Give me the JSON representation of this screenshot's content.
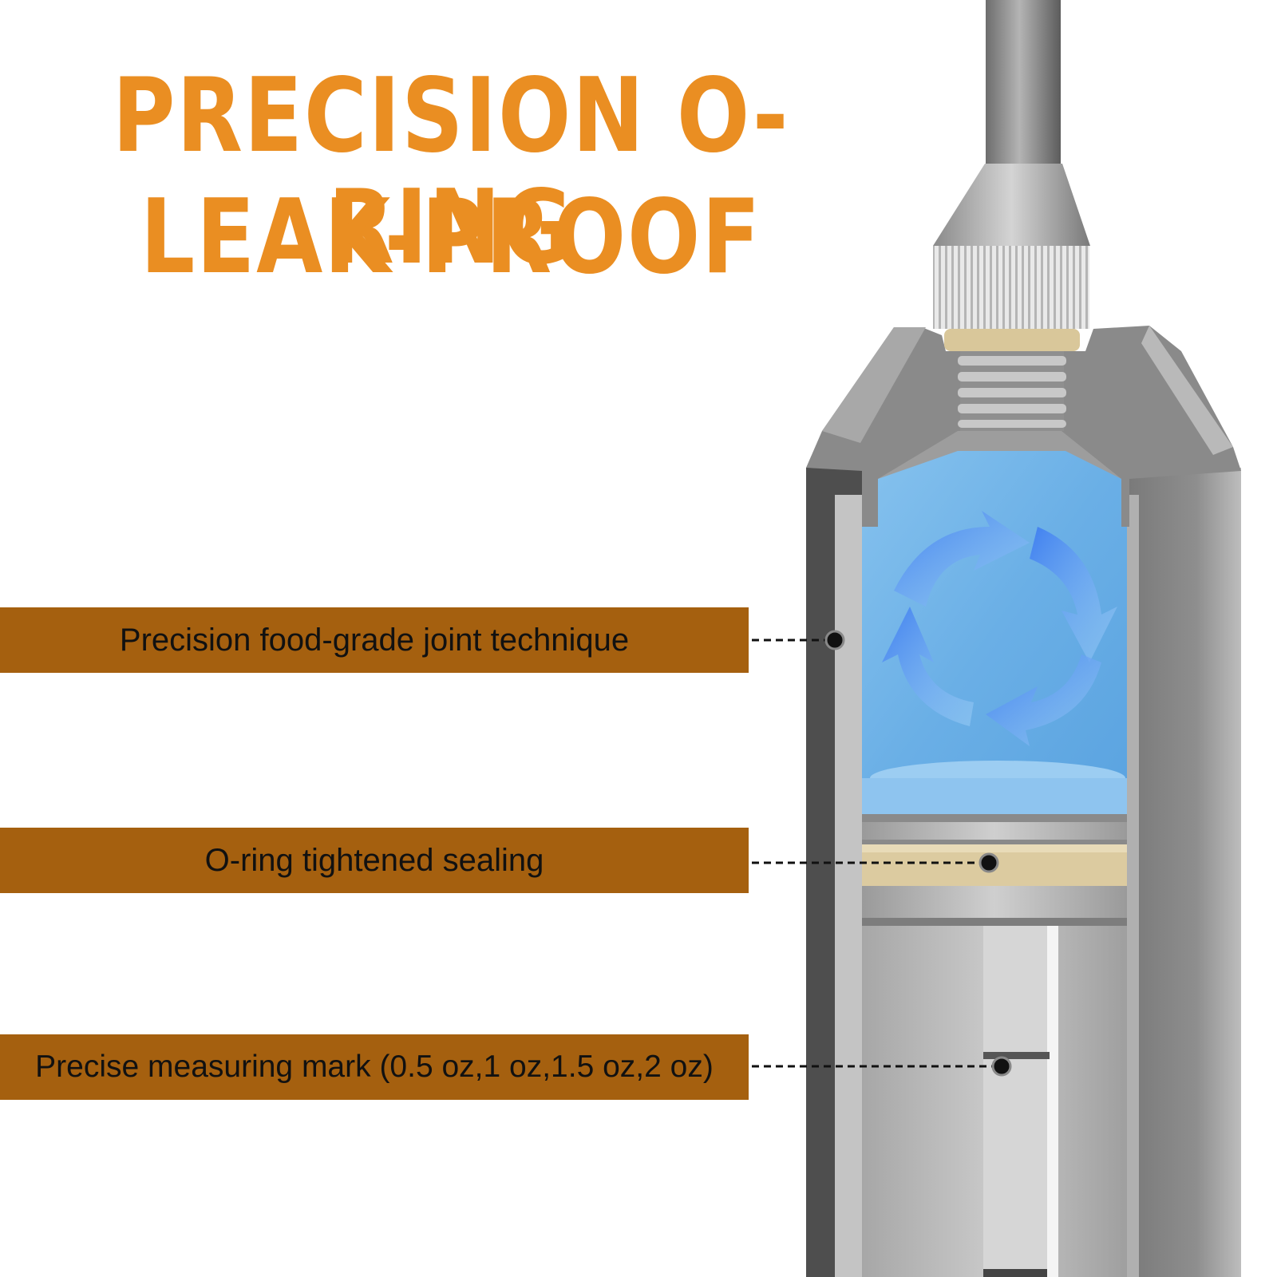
{
  "headline": {
    "line1": "PRECISION O-RING",
    "line2": "LEAK-PROOF"
  },
  "callouts": [
    {
      "label": "Precision food-grade joint technique"
    },
    {
      "label": "O-ring tightened sealing"
    },
    {
      "label": "Precise measuring mark (0.5 oz,1 oz,1.5 oz,2 oz)"
    }
  ],
  "colors": {
    "headline": "#ea8e22",
    "banner": "#a5600f",
    "liquid": "#6ab0e6",
    "oring": "#dccba0"
  },
  "illustration": {
    "subject": "syringe cross-section with needle, threaded cap, liquid chamber and O-ring plunger",
    "icons": [
      "circular-flow-arrows-icon"
    ]
  }
}
